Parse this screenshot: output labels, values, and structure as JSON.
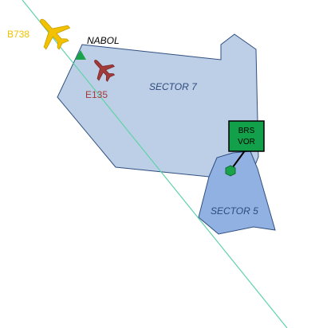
{
  "labels": {
    "nabol": "NABOL",
    "sector7": "SECTOR 7",
    "sector5": "SECTOR 5",
    "b738": "B738",
    "e135": "E135",
    "vor_line1": "BRS",
    "vor_line2": "VOR"
  },
  "colors": {
    "sector7_fill": "#bccfe6",
    "sector5_fill": "#91b1e3",
    "sector_stroke": "#2f4f7f",
    "route_line": "#5fd3a8",
    "b738": "#f2c200",
    "e135": "#a33a3a",
    "waypoint": "#1aa34a",
    "vor_box": "#13a04a",
    "sector_text": "#2e4a7d"
  },
  "icons": [
    "aircraft-b738-icon",
    "aircraft-e135-icon",
    "waypoint-triangle-icon",
    "vor-hexagon-icon"
  ]
}
